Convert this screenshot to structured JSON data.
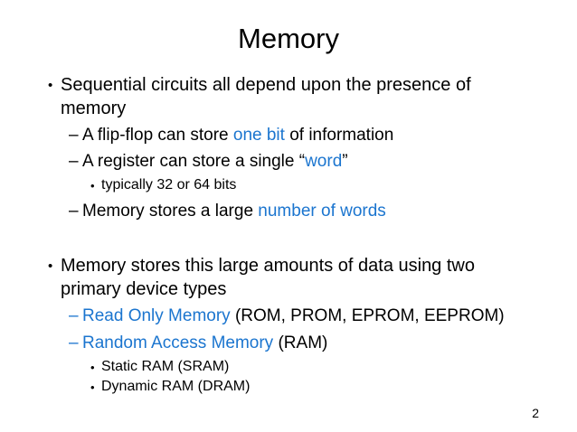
{
  "slide": {
    "title": "Memory",
    "page_number": "2"
  },
  "markers": {
    "level1": "•",
    "level2": "–",
    "level3": "•"
  },
  "colors": {
    "background": "#FFFFFF",
    "text": "#000000",
    "accent_blue": "#1B75CF"
  },
  "content": {
    "b1": {
      "t1": "Sequential circuits all depend upon the presence of memory"
    },
    "b2": {
      "t1": "A flip-flop can store ",
      "t2": "one bit",
      "t3": " of information"
    },
    "b3": {
      "t1": "A register can store a single “",
      "t2": "word",
      "t3": "”"
    },
    "b4": {
      "t1": "typically 32 or 64 bits"
    },
    "b5": {
      "t1": "Memory stores a large ",
      "t2": "number of words"
    },
    "b6": {
      "t1": "Memory stores this large amounts of data using two primary device types"
    },
    "b7": {
      "t1": "Read Only Memory",
      "t2": " (ROM, PROM, EPROM, EEPROM)"
    },
    "b8": {
      "t1": "Random Access Memory",
      "t2": " (RAM)"
    },
    "b9": {
      "t1": "Static RAM (SRAM)"
    },
    "b10": {
      "t1": "Dynamic RAM (DRAM)"
    }
  }
}
